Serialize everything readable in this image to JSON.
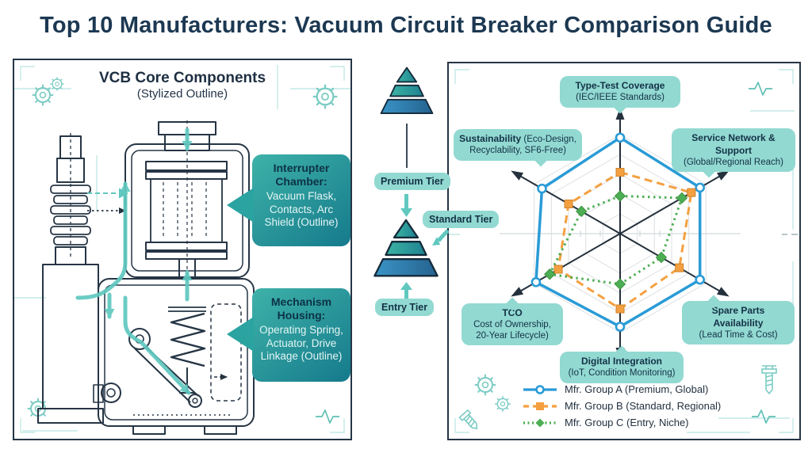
{
  "header": {
    "title": "Top 10 Manufacturers: Vacuum Circuit Breaker Comparison Guide"
  },
  "left": {
    "title": "VCB Core Components",
    "subtitle": "(Stylized Outline)",
    "callouts": [
      {
        "title": "Interrupter Chamber:",
        "body": "Vacuum Flask, Contacts, Arc Shield (Outline)"
      },
      {
        "title": "Mechanism Housing:",
        "body": "Operating Spring, Actuator, Drive Linkage (Outline)"
      }
    ]
  },
  "tiers": {
    "premium": "Premium Tier",
    "standard": "Standard Tier",
    "entry": "Entry Tier"
  },
  "chart_data": {
    "type": "radar",
    "title": "",
    "scale_max": 10,
    "rings": 5,
    "grid": true,
    "legend_position": "bottom",
    "categories": [
      "Type-Test Coverage (IEC/IEEE Standards)",
      "Service Network & Support (Global/Regional Reach)",
      "Spare Parts Availability (Lead Time & Cost)",
      "Digital Integration (IoT, Condition Monitoring)",
      "TCO Cost of Ownership, 20-Year Lifecycle)",
      "Sustainability (Eco-Design, Recyclability, SF6-Free)"
    ],
    "axis_labels": [
      {
        "bold": "Type-Test Coverage",
        "rest": "(IEC/IEEE Standards)"
      },
      {
        "bold": "Service Network & Support",
        "rest": "(Global/Regional Reach)"
      },
      {
        "bold": "Spare Parts Availability",
        "rest": "(Lead Time & Cost)"
      },
      {
        "bold": "Digital Integration",
        "rest": "(IoT, Condition Monitoring)"
      },
      {
        "bold": "TCO",
        "rest": "Cost of Ownership, 20-Year Lifecycle)"
      },
      {
        "bold": "Sustainability",
        "rest": "(Eco-Design, Recyclability, SF6-Free)"
      }
    ],
    "series": [
      {
        "name": "Mfr. Group A (Premium, Global)",
        "color": "#2a9bd6",
        "style": "solid",
        "marker": "circle",
        "values": [
          9.7,
          9.3,
          9.3,
          9.4,
          9.8,
          9.1
        ]
      },
      {
        "name": "Mfr. Group B (Standard, Regional)",
        "color": "#f4a041",
        "style": "dashed",
        "marker": "square",
        "values": [
          6.2,
          8.3,
          6.9,
          7.6,
          7.2,
          6.0
        ]
      },
      {
        "name": "Mfr. Group C (Entry, Niche)",
        "color": "#4cae52",
        "style": "dotted",
        "marker": "diamond",
        "values": [
          3.8,
          7.2,
          4.8,
          5.1,
          8.2,
          4.5
        ]
      }
    ]
  },
  "colors": {
    "title_navy": "#1c3852",
    "outline_navy": "#253646",
    "accent_teal": "#5fc8bf",
    "bubble_teal": "#92d9d2",
    "callout_gradient_start": "#3eb2a8",
    "callout_gradient_end": "#157a8c",
    "pyramid_teal": "#2aa79c",
    "pyramid_blue": "#2e86b8",
    "axis_arrow": "#24303c",
    "gridline": "#dcdfe2"
  }
}
